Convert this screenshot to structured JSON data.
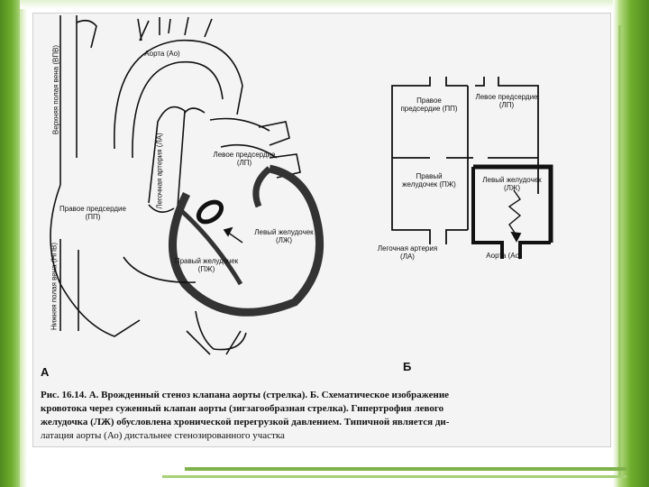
{
  "figure": {
    "panel_a": {
      "letter": "А",
      "labels": {
        "aorta": "Аорта (Ао)",
        "svc": "Верхняя полая вена (ВПВ)",
        "pulm_artery": "Легочная артерия (ЛА)",
        "left_atrium": "Левое предсердие (ЛП)",
        "right_atrium": "Правое предсердие (ПП)",
        "left_ventricle": "Левый желудочек (ЛЖ)",
        "right_ventricle": "Правый желудочек (ПЖ)",
        "ivc": "Нижняя полая вена (НПВ)"
      }
    },
    "panel_b": {
      "letter": "Б",
      "labels": {
        "right_atrium": "Правое предсердие (ПП)",
        "left_atrium": "Левое предсердие (ЛП)",
        "right_ventricle": "Правый желудочек (ПЖ)",
        "left_ventricle": "Левый желудочек (ЛЖ)",
        "pulm_artery": "Легочная артерия (ЛА)",
        "aorta": "Аорта (Ао)"
      }
    },
    "caption": {
      "prefix": "Рис. 16.14. А. Врожденный стеноз клапана аорты (стрелка). Б. Схематическое изображение",
      "line2": "кровотока через суженный клапан аорты (зигзагообразная стрелка). Гипертрофия левого",
      "line3": "желудочка (ЛЖ) обусловлена хронической перегрузкой давлением. Типичной является ди-",
      "line4": "латация аорты (Ао) дистальнее стенозированного участка"
    }
  }
}
